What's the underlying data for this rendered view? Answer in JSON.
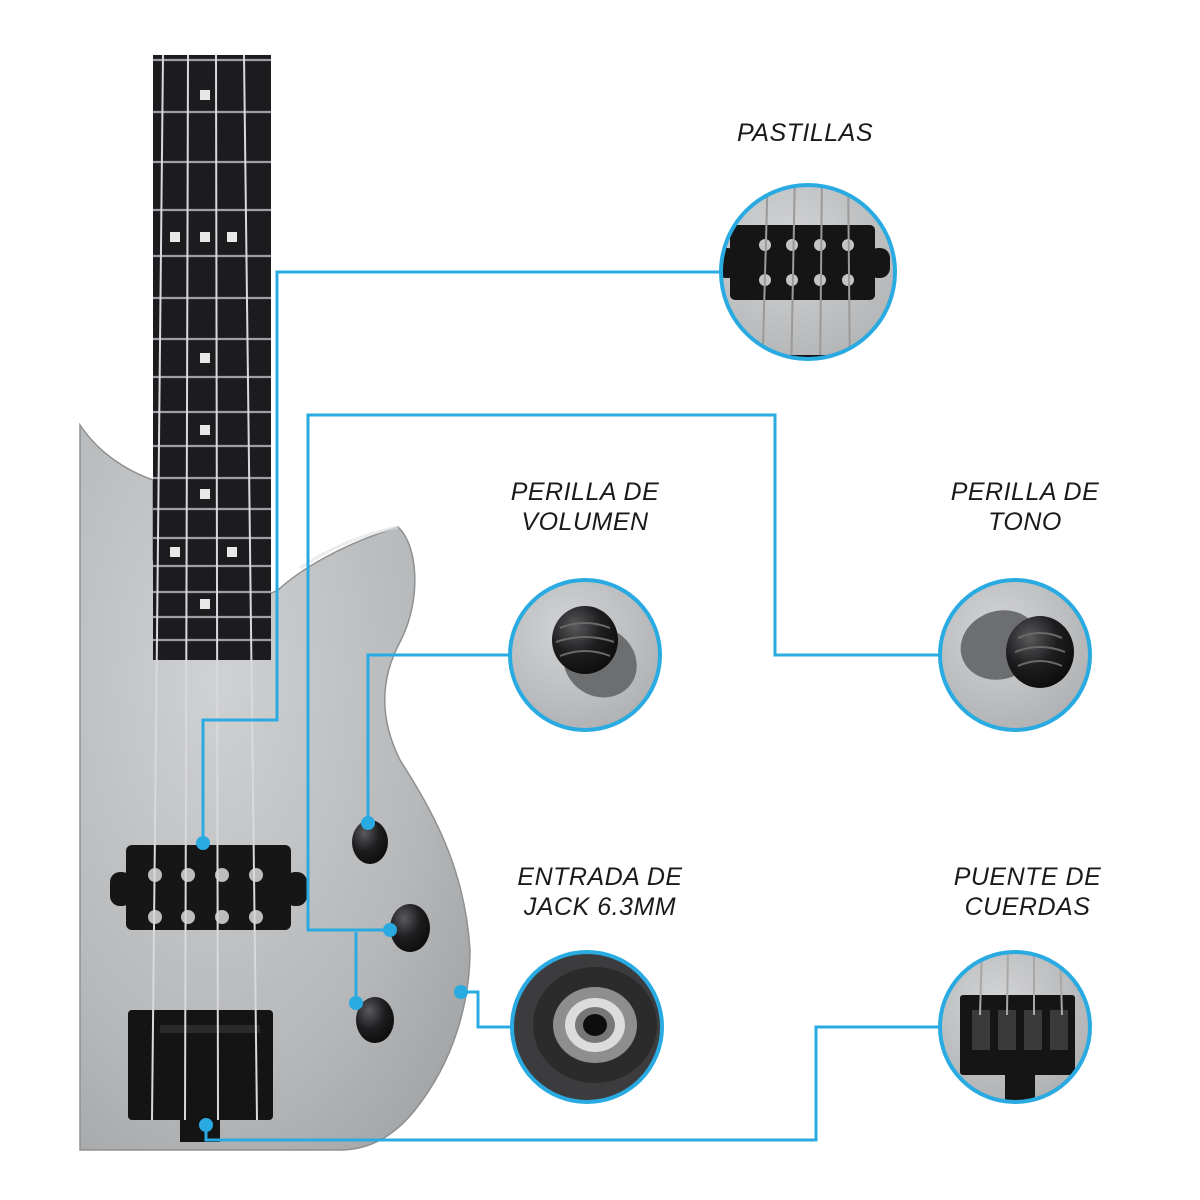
{
  "labels": {
    "pickups": "PASTILLAS",
    "volume_knob": [
      "PERILLA DE",
      "VOLUMEN"
    ],
    "tone_knob": [
      "PERILLA DE",
      "TONO"
    ],
    "jack_input": [
      "ENTRADA DE",
      "JACK 6.3MM"
    ],
    "string_bridge": [
      "PUENTE DE",
      "CUERDAS"
    ]
  },
  "colors": {
    "accent": "#29abe2",
    "body": "#b9bbbd",
    "fretboard": "#1c1c1e",
    "hardware": "#1a1a1a",
    "text": "#1a1a1a"
  }
}
